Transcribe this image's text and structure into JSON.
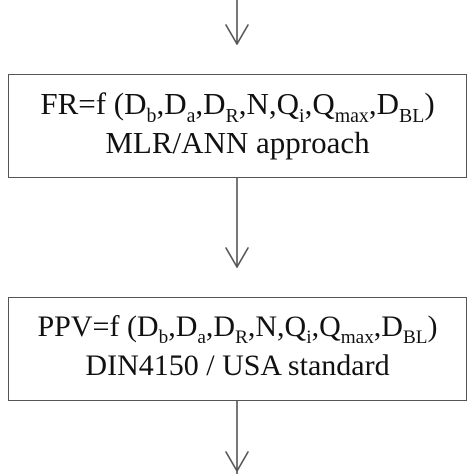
{
  "box_fr": {
    "formula": {
      "prefix": "FR=f (D",
      "sub_b": "b",
      "sep_1": ",D",
      "sub_a": "a",
      "sep_2": ",D",
      "sub_R": "R",
      "sep_3": ",N,Q",
      "sub_i": "i",
      "sep_4": ",Q",
      "sub_max": "max",
      "sep_5": ",D",
      "sub_BL": "BL",
      "suffix": ")"
    },
    "method": "MLR/ANN approach"
  },
  "box_ppv": {
    "formula": {
      "prefix": "PPV=f (D",
      "sub_b": "b",
      "sep_1": ",D",
      "sub_a": "a",
      "sep_2": ",D",
      "sub_R": "R",
      "sep_3": ",N,Q",
      "sub_i": "i",
      "sep_4": ",Q",
      "sub_max": "max",
      "sep_5": ",D",
      "sub_BL": "BL",
      "suffix": ")"
    },
    "method": "DIN4150 / USA standard"
  },
  "colors": {
    "stroke": "#555555",
    "text": "#111111"
  }
}
